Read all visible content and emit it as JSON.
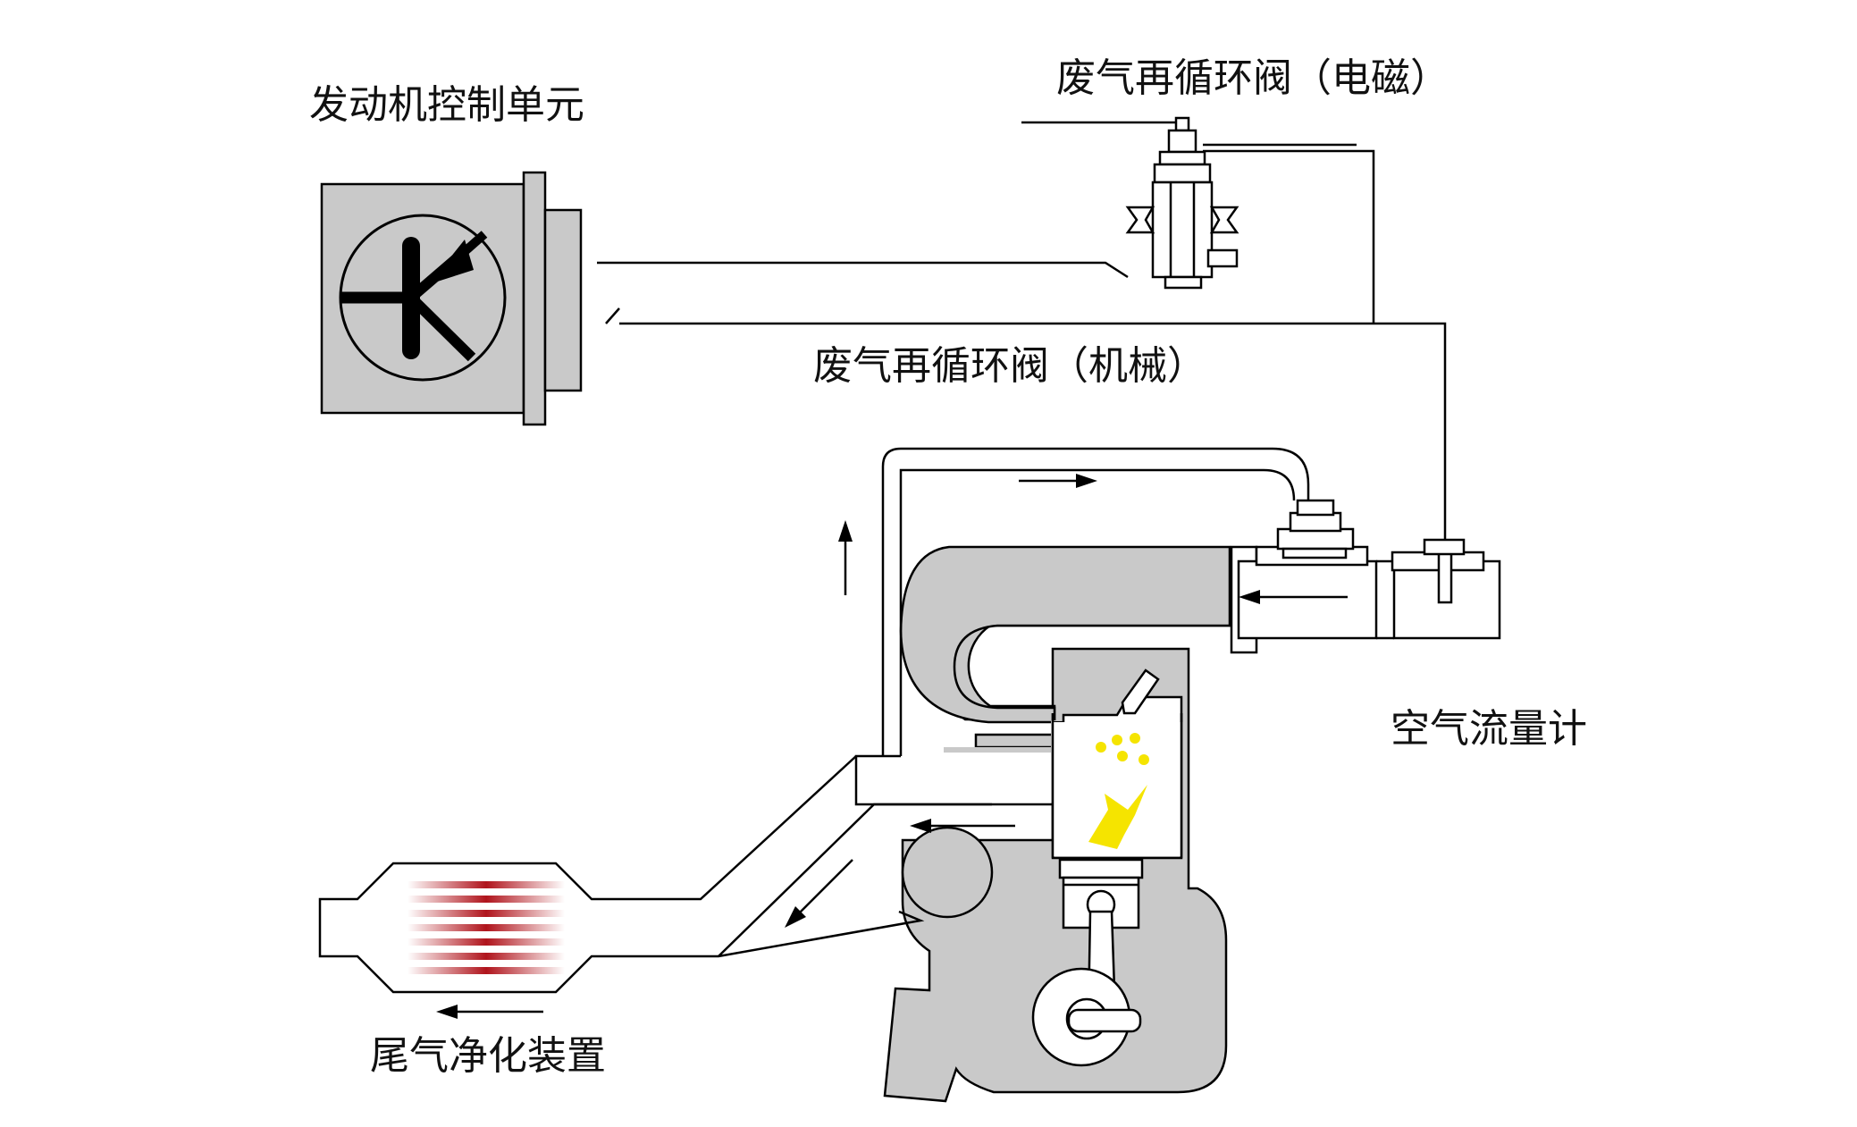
{
  "labels": {
    "ecu": "发动机控制单元",
    "egr_solenoid": "废气再循环阀（电磁）",
    "egr_mechanical": "废气再循环阀（机械）",
    "air_flow_meter": "空气流量计",
    "exhaust_purifier": "尾气净化装置"
  },
  "colors": {
    "body_gray": "#c9c9c9",
    "line": "#000000",
    "fuel_spray": "#f5e400",
    "spark": "#f5e400",
    "catalyst_red": "#b0141c"
  },
  "icons": {
    "ecu_symbol": "transistor-icon",
    "spark": "spark-icon",
    "flow": "arrow-icon"
  }
}
